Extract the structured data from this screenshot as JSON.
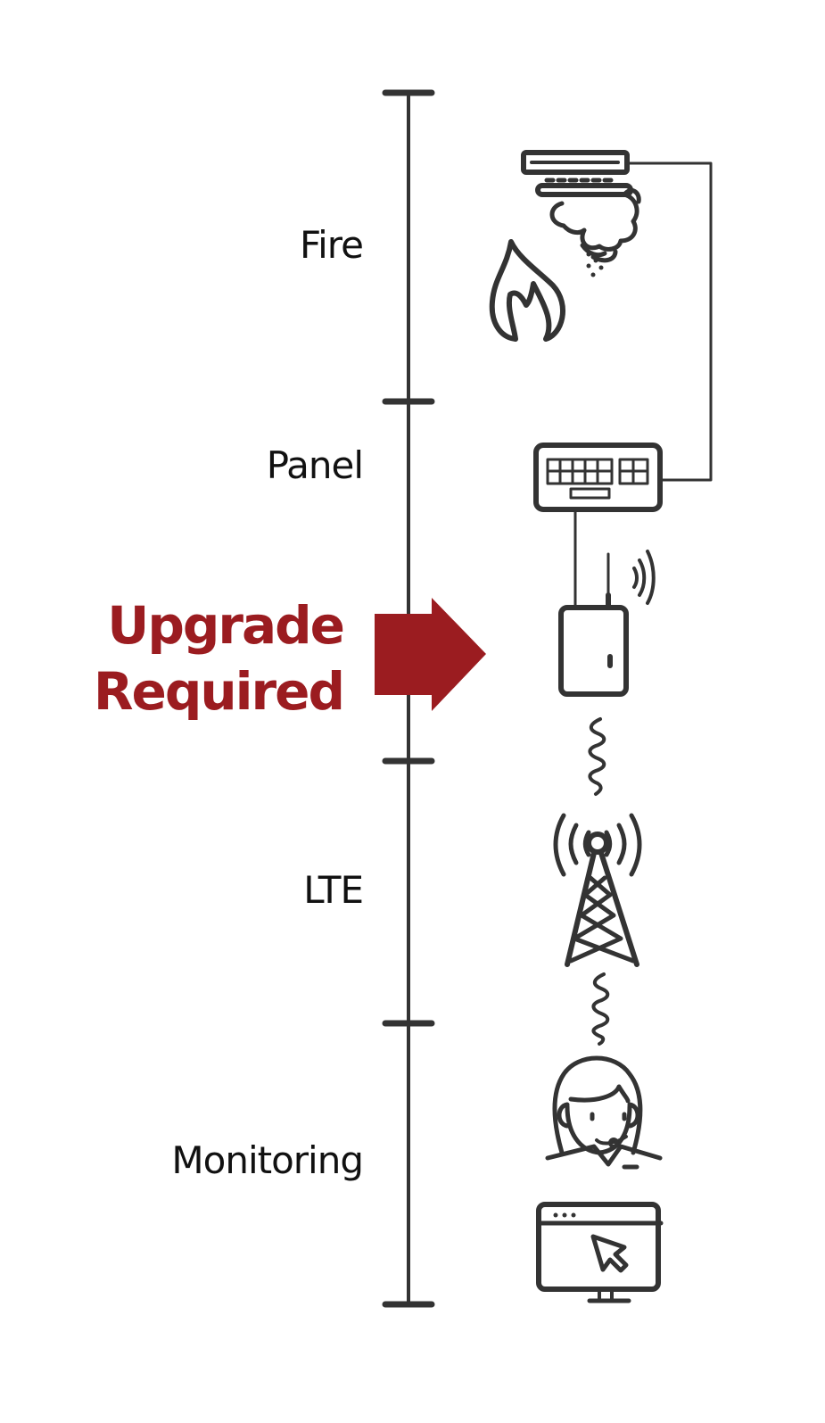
{
  "diagram": {
    "title": "Fire alarm communication path",
    "stages": [
      {
        "label": "Fire"
      },
      {
        "label": "Panel"
      },
      {
        "label": "LTE"
      },
      {
        "label": "Monitoring"
      }
    ],
    "callout": {
      "line1": "Upgrade",
      "line2": "Required"
    },
    "icons": [
      "smoke-detector-icon",
      "flame-icon",
      "alarm-panel-keypad-icon",
      "cellular-communicator-icon",
      "cell-tower-icon",
      "monitoring-operator-headset-icon",
      "computer-monitor-cursor-icon"
    ],
    "colors": {
      "line": "#333333",
      "accent": "#9b1c20",
      "text": "#111111"
    }
  }
}
